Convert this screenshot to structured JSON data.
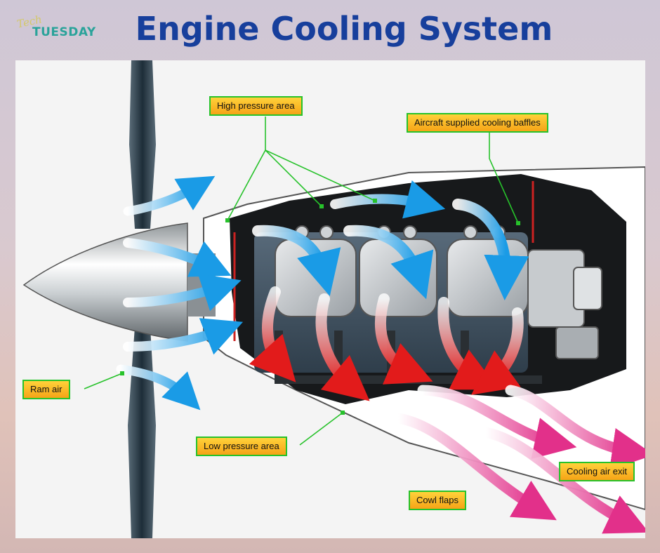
{
  "header": {
    "logo_script": "Tech",
    "logo_word": "TUESDAY",
    "title": "Engine Cooling System"
  },
  "labels": {
    "high_pressure": "High pressure area",
    "baffles": "Aircraft supplied cooling baffles",
    "ram_air": "Ram air",
    "low_pressure": "Low pressure area",
    "cooling_exit": "Cooling air exit",
    "cowl_flaps": "Cowl flaps"
  },
  "colors": {
    "title": "#173f9c",
    "label_fill": "#f6a317",
    "label_border": "#27c22b",
    "leader_line": "#27c22b",
    "intake_air": "#1aa0e8",
    "hot_air": "#e02020",
    "exhaust_air": "#e0358c"
  }
}
